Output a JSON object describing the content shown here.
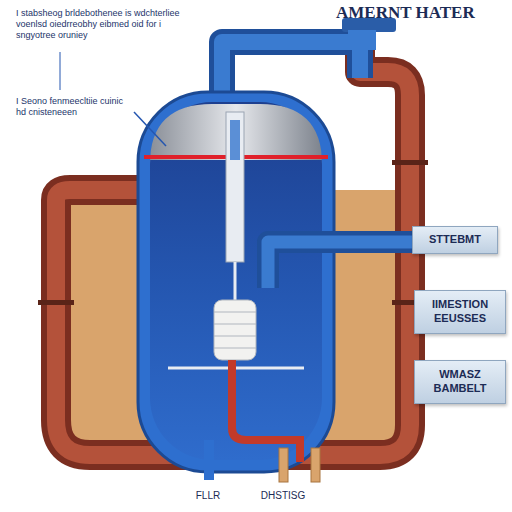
{
  "diagram": {
    "title": "AMERNT HATER",
    "nodes": [
      {
        "text": [
          "STTEBMT"
        ]
      },
      {
        "text": [
          "IIMESTION EEUSSES"
        ]
      },
      {
        "text": [
          "WMASZ BAMBELT"
        ]
      }
    ],
    "labels": [
      "I stabsheog brldebothenee is wdchterliee voenlsd oiedrreobhy eibmed oid for i sngyotree oruniey",
      "I Seono fenmeecltiie cuinic hd cnisteneeen",
      "FLLR",
      "DHSTISG"
    ]
  }
}
